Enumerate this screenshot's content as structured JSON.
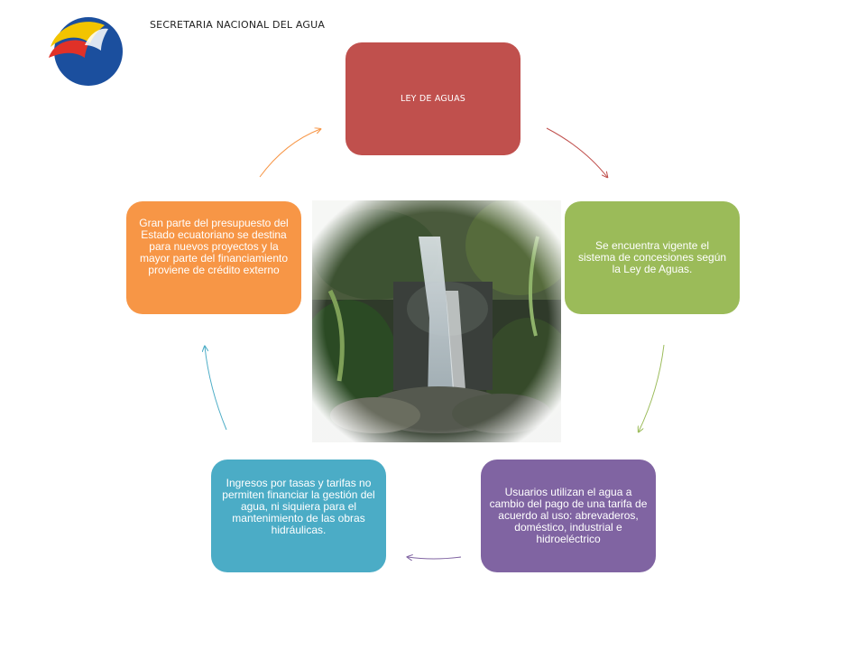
{
  "header": {
    "organization": "SECRETARIA NACIONAL DEL AGUA"
  },
  "cycle": {
    "ley": "LEY DE AGUAS",
    "vigente": "Se encuentra vigente el sistema de concesiones según la Ley de Aguas.",
    "usuarios": "Usuarios utilizan el agua a cambio del pago de una tarifa de acuerdo al uso: abrevaderos, doméstico, industrial e hidroeléctrico",
    "ingresos": "Ingresos por tasas y tarifas no permiten financiar la gestión del agua, ni siquiera para el mantenimiento de las obras hidráulicas.",
    "presupuesto": "Gran parte del presupuesto del Estado ecuatoriano se destina para nuevos proyectos y la mayor parte del financiamiento proviene de crédito externo"
  },
  "colors": {
    "ley": "#c0504d",
    "vigente": "#9bbb59",
    "usuarios": "#8064a2",
    "ingresos": "#4bacc6",
    "presupuesto": "#f79646"
  },
  "icons": {
    "logo": "ecuador-government-logo",
    "photo": "waterfall-photo"
  }
}
